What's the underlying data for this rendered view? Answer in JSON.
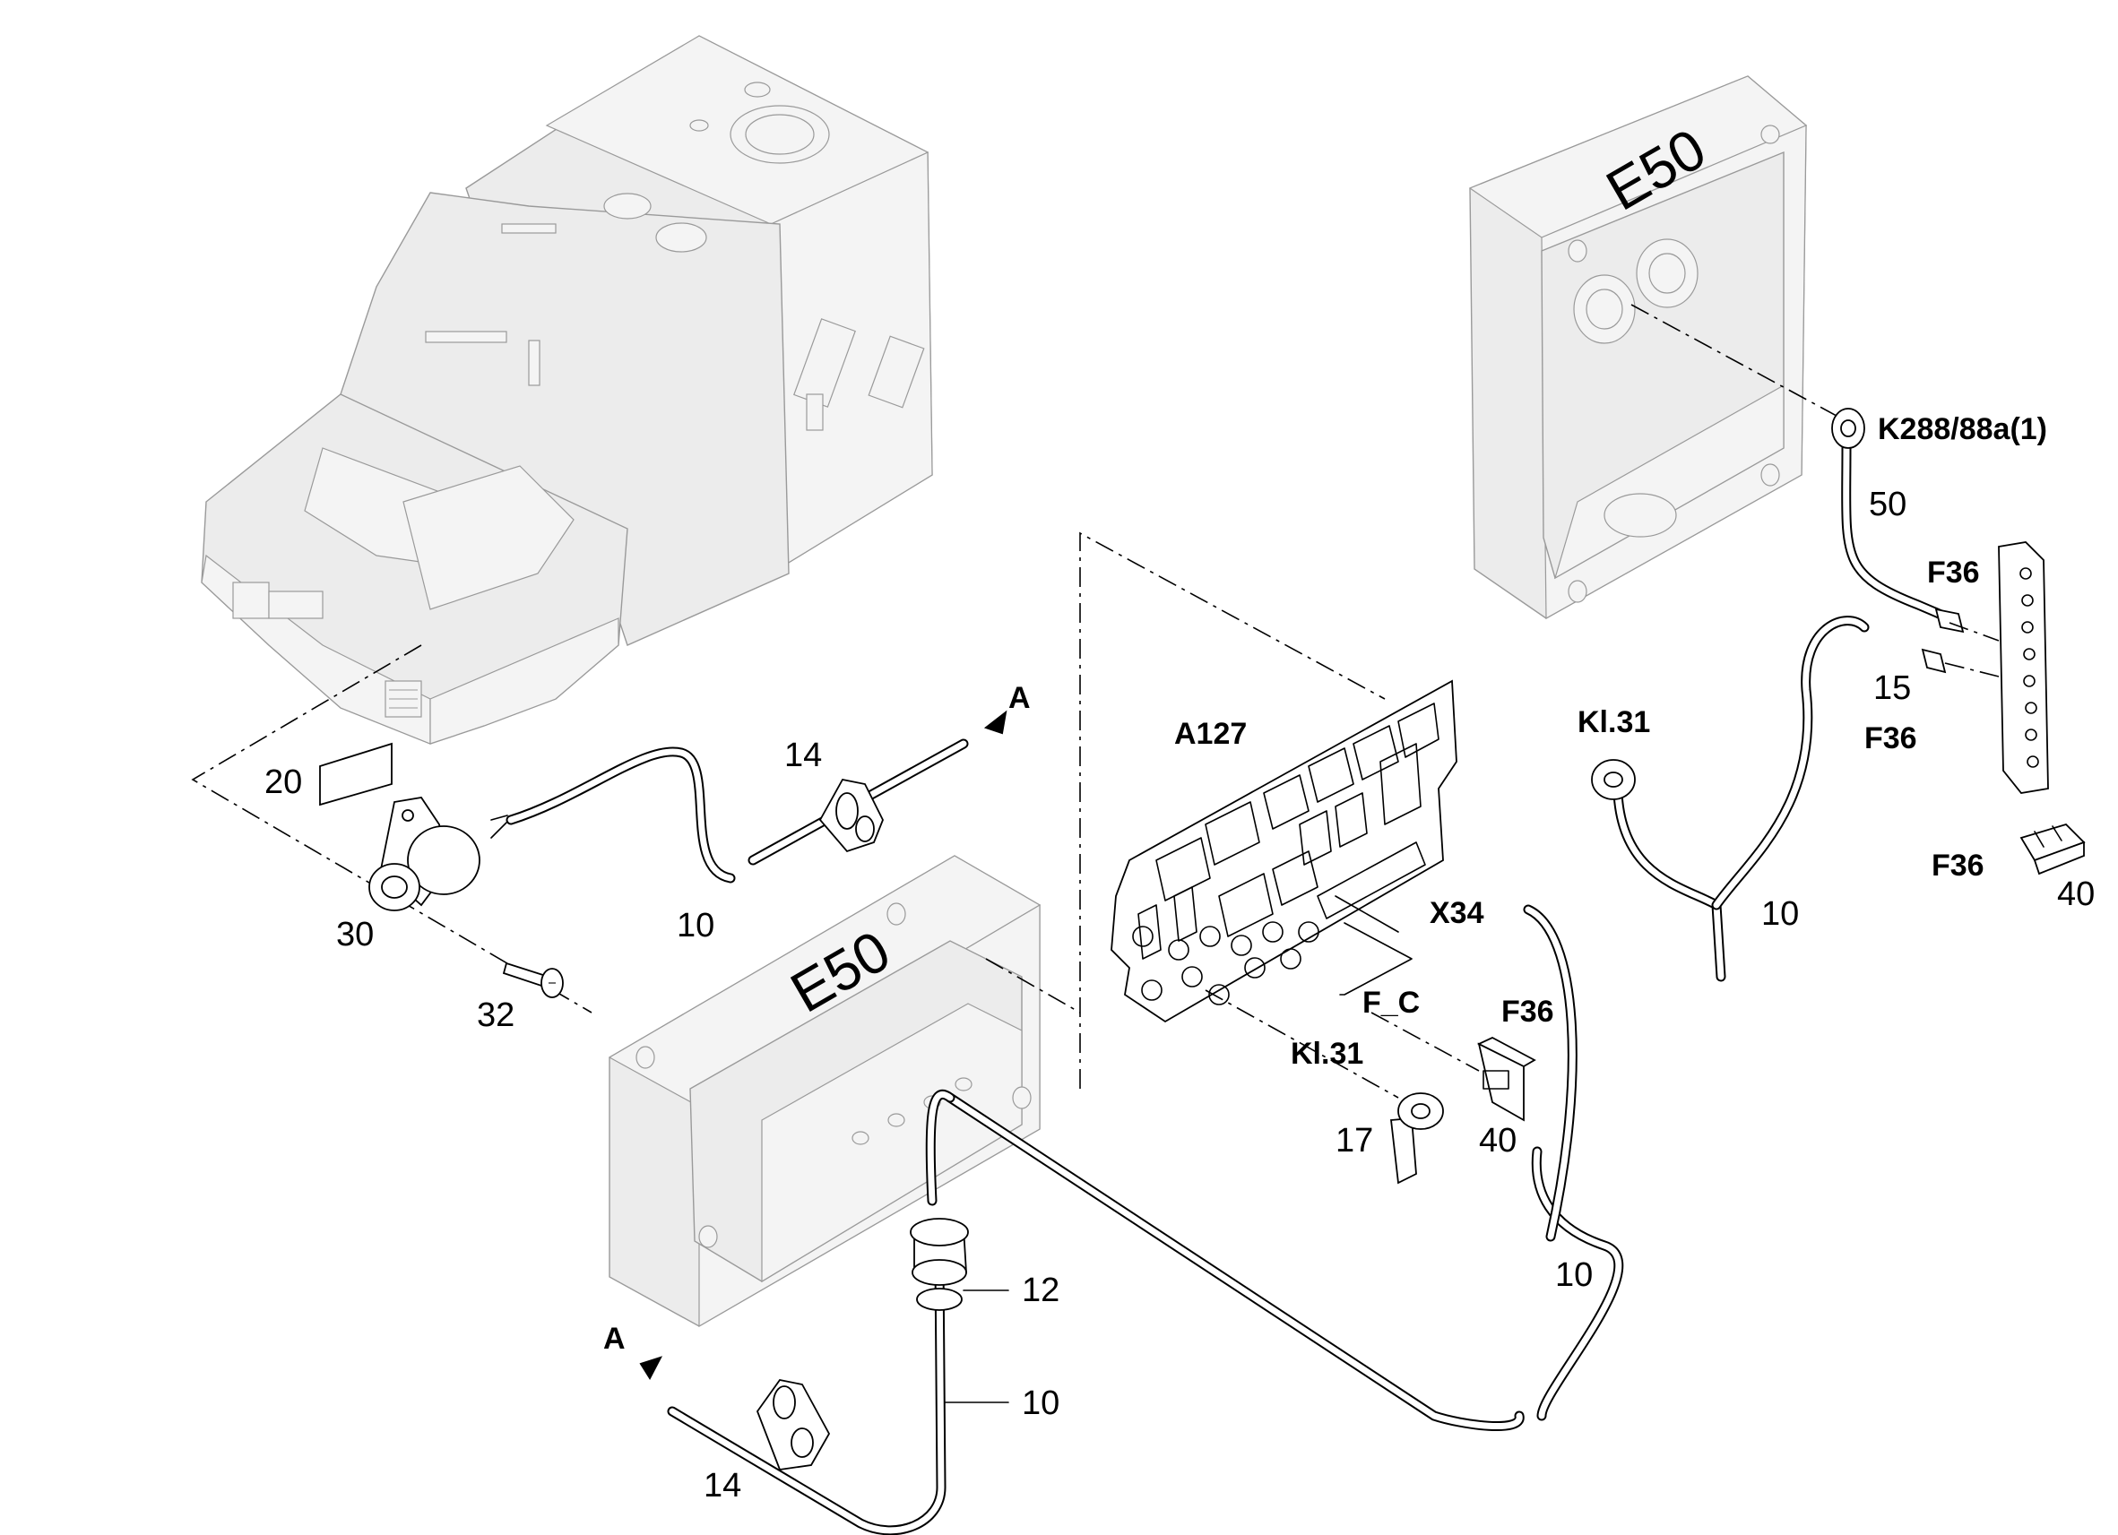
{
  "labels": {
    "e50_top": "E50",
    "e50_bottom": "E50",
    "k288": "K288/88a(1)",
    "n50": "50",
    "f36_strip": "F36",
    "n15": "15",
    "f36_mid": "F36",
    "kl31_right": "Kl.31",
    "n10_right": "10",
    "f36_fuse_right": "F36",
    "n40_right": "40",
    "a127": "A127",
    "arrow_a_top": "A",
    "n14_top": "14",
    "n20": "20",
    "n30": "30",
    "n32": "32",
    "n10_left": "10",
    "x34": "X34",
    "f_c": "F_C",
    "f36_fuse_mid": "F36",
    "kl31_mid": "Kl.31",
    "n17": "17",
    "n40_mid": "40",
    "n10_lower_right": "10",
    "n12": "12",
    "n10_bottom": "10",
    "arrow_a_bottom": "A",
    "n14_bottom": "14"
  }
}
